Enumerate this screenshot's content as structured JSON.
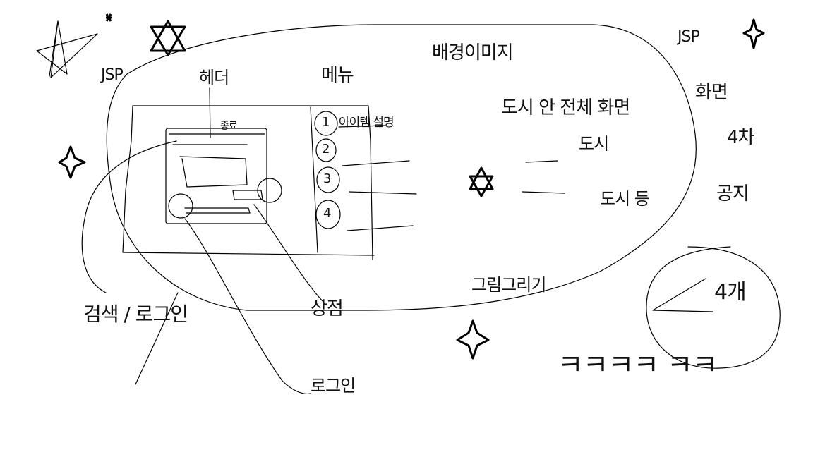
{
  "canvas": {
    "background": "#ffffff",
    "ink_color": "#000000"
  },
  "labels": {
    "jsp_left": "JSP",
    "header": "헤더",
    "menu": "메뉴",
    "background_image": "배경이미지",
    "quit": "종료",
    "item_detail": "아이템 설명",
    "main_screen_note": "도시 안 전체 화면",
    "side_text_1": "도시",
    "side_text_2": "도시 등",
    "bottom_middle": "그림그리기",
    "shop": "상점",
    "login": "로그인",
    "bottom_left": "검색 / 로그인",
    "jsp_right": "JSP",
    "screen_right": "화면",
    "fourth_choice": "4차",
    "board": "공지",
    "choice_number": "4개",
    "laughter": "ㅋㅋㅋㅋ ㅋㅋ"
  },
  "menu_list": [
    "1",
    "2",
    "3",
    "4"
  ],
  "icons": {
    "six_point_star": "hexagram-icon",
    "four_point_star": "sparkle-icon",
    "pentagram": "pentagram-icon",
    "dot_star": "asterisk-icon"
  }
}
